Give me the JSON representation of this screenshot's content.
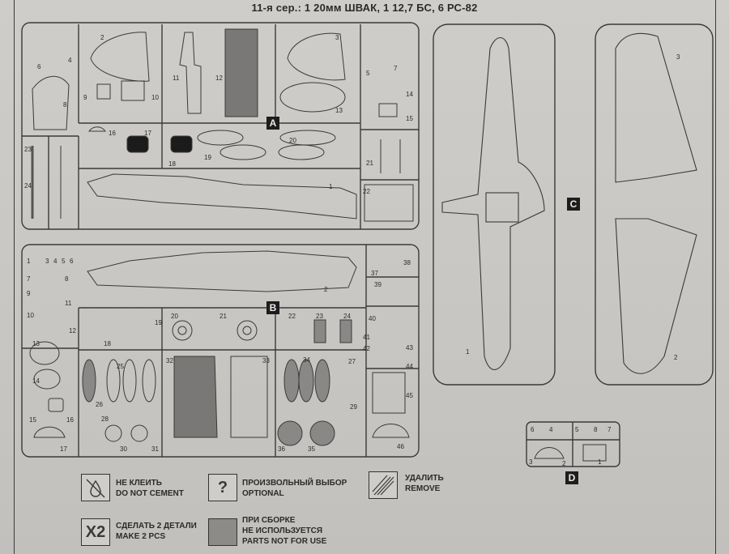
{
  "header": "11-я сер.: 1 20мм ШВАК, 1 12,7 БС, 6 РС-82",
  "sprues": {
    "A": "A",
    "B": "B",
    "C": "C",
    "D": "D"
  },
  "part_numbers": {
    "A": [
      "1",
      "2",
      "3",
      "4",
      "5",
      "6",
      "7",
      "8",
      "9",
      "10",
      "11",
      "12",
      "13",
      "14",
      "15",
      "16",
      "17",
      "18",
      "19",
      "20",
      "21",
      "22",
      "23",
      "24"
    ],
    "B": [
      "1",
      "2",
      "3",
      "4",
      "5",
      "6",
      "7",
      "8",
      "9",
      "10",
      "11",
      "12",
      "13",
      "14",
      "15",
      "16",
      "17",
      "18",
      "19",
      "20",
      "21",
      "22",
      "23",
      "24",
      "25",
      "26",
      "27",
      "28",
      "29",
      "30",
      "31",
      "32",
      "33",
      "34",
      "35",
      "36",
      "37",
      "38",
      "39",
      "40",
      "41",
      "42",
      "43",
      "44",
      "45",
      "46"
    ],
    "C": [
      "1",
      "2",
      "3"
    ],
    "D": [
      "1",
      "2",
      "3",
      "4",
      "5",
      "6",
      "7",
      "8"
    ]
  },
  "legend": [
    {
      "id": "no-cement",
      "symbol": "",
      "line1": "НЕ КЛЕИТЬ",
      "line2": "DO NOT CEMENT",
      "line3": ""
    },
    {
      "id": "optional",
      "symbol": "?",
      "line1": "ПРОИЗВОЛЬНЫЙ ВЫБОР",
      "line2": "OPTIONAL",
      "line3": ""
    },
    {
      "id": "remove",
      "symbol": "",
      "line1": "УДАЛИТЬ",
      "line2": "REMOVE",
      "line3": ""
    },
    {
      "id": "make-2",
      "symbol": "X2",
      "line1": "СДЕЛАТЬ 2 ДЕТАЛИ",
      "line2": "MAKE 2 PCS",
      "line3": ""
    },
    {
      "id": "not-used",
      "symbol": "",
      "line1": "ПРИ СБОРКЕ",
      "line2": "НЕ ИСПОЛЬЗУЕТСЯ",
      "line3": "PARTS NOT FOR USE"
    }
  ]
}
